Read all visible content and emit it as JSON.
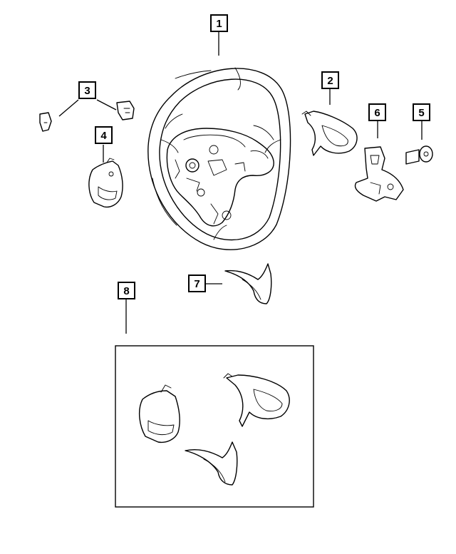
{
  "diagram": {
    "callouts": [
      {
        "id": "callout-1",
        "label": "1"
      },
      {
        "id": "callout-2",
        "label": "2"
      },
      {
        "id": "callout-3",
        "label": "3"
      },
      {
        "id": "callout-4",
        "label": "4"
      },
      {
        "id": "callout-5",
        "label": "5"
      },
      {
        "id": "callout-6",
        "label": "6"
      },
      {
        "id": "callout-7",
        "label": "7"
      },
      {
        "id": "callout-8",
        "label": "8"
      }
    ],
    "parts": [
      {
        "callout": "1",
        "icon": "steering-wheel-icon"
      },
      {
        "callout": "2",
        "icon": "right-switch-bezel-icon"
      },
      {
        "callout": "3",
        "icon": "switch-button-cap-icon"
      },
      {
        "callout": "4",
        "icon": "left-switch-bezel-icon"
      },
      {
        "callout": "5",
        "icon": "screw-icon"
      },
      {
        "callout": "6",
        "icon": "bracket-icon"
      },
      {
        "callout": "7",
        "icon": "lower-bezel-icon"
      },
      {
        "callout": "8",
        "icon": "bezel-kit-icon"
      }
    ]
  }
}
